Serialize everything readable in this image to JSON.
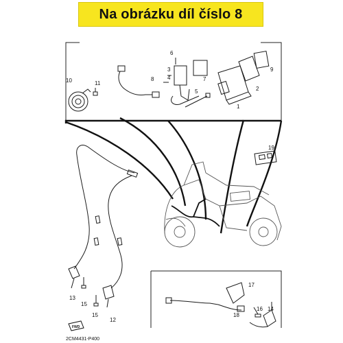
{
  "banner": {
    "title": "Na obrázku díl číslo 8",
    "color": "#f7e51f"
  },
  "diagram": {
    "code": "2CM4431-P400",
    "fwd_label": "FWD",
    "callouts": [
      "1",
      "2",
      "3",
      "4",
      "5",
      "6",
      "7",
      "8",
      "9",
      "10",
      "11",
      "12",
      "13",
      "14",
      "15",
      "15",
      "16",
      "17",
      "18",
      "19"
    ]
  }
}
